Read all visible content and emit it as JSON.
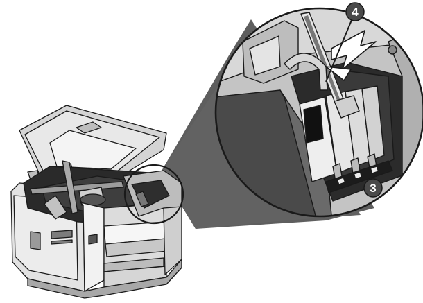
{
  "illustration": {
    "subject": "printer-open-lid-printhead-replacement",
    "colors": {
      "outline": "#1a1a1a",
      "body_light": "#e6e6e6",
      "body_mid": "#b8b8b8",
      "body_dark": "#6e6e6e",
      "zoom_cone": "#5e5e5e",
      "callout_fill": "#4a4a4a",
      "callout_text": "#ffffff"
    }
  },
  "callouts": [
    {
      "number": "4"
    },
    {
      "number": "3"
    }
  ]
}
